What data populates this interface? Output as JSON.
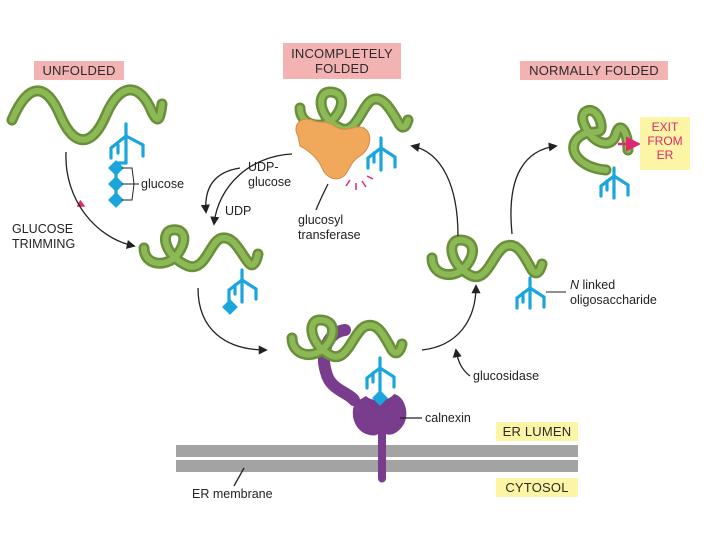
{
  "states": {
    "unfolded": "UNFOLDED",
    "incomplete_line1": "INCOMPLETELY",
    "incomplete_line2": "FOLDED",
    "normal": "NORMALLY FOLDED"
  },
  "labels": {
    "glucose": "glucose",
    "trimming_line1": "GLUCOSE",
    "trimming_line2": "TRIMMING",
    "udp_glucose_line1": "UDP-",
    "udp_glucose_line2": "glucose",
    "udp": "UDP",
    "transferase_line1": "glucosyl",
    "transferase_line2": "transferase",
    "n_linked_italic": "N",
    "n_linked_rest": " linked",
    "oligosaccharide": "oligosaccharide",
    "glucosidase": "glucosidase",
    "calnexin": "calnexin",
    "er_membrane": "ER membrane"
  },
  "compartments": {
    "lumen": "ER LUMEN",
    "cytosol": "CYTOSOL"
  },
  "exit": {
    "line1": "EXIT",
    "line2": "FROM",
    "line3": "ER"
  },
  "colors": {
    "protein": "#7fa84a",
    "sugar": "#1aa6dc",
    "calnexin": "#7a3c8c",
    "transferase": "#f0a85a",
    "membrane": "#a3a3a3",
    "exit_arrow": "#e0286e",
    "label_pink": "#f4b3b3",
    "label_yellow": "#fbf5a5"
  }
}
